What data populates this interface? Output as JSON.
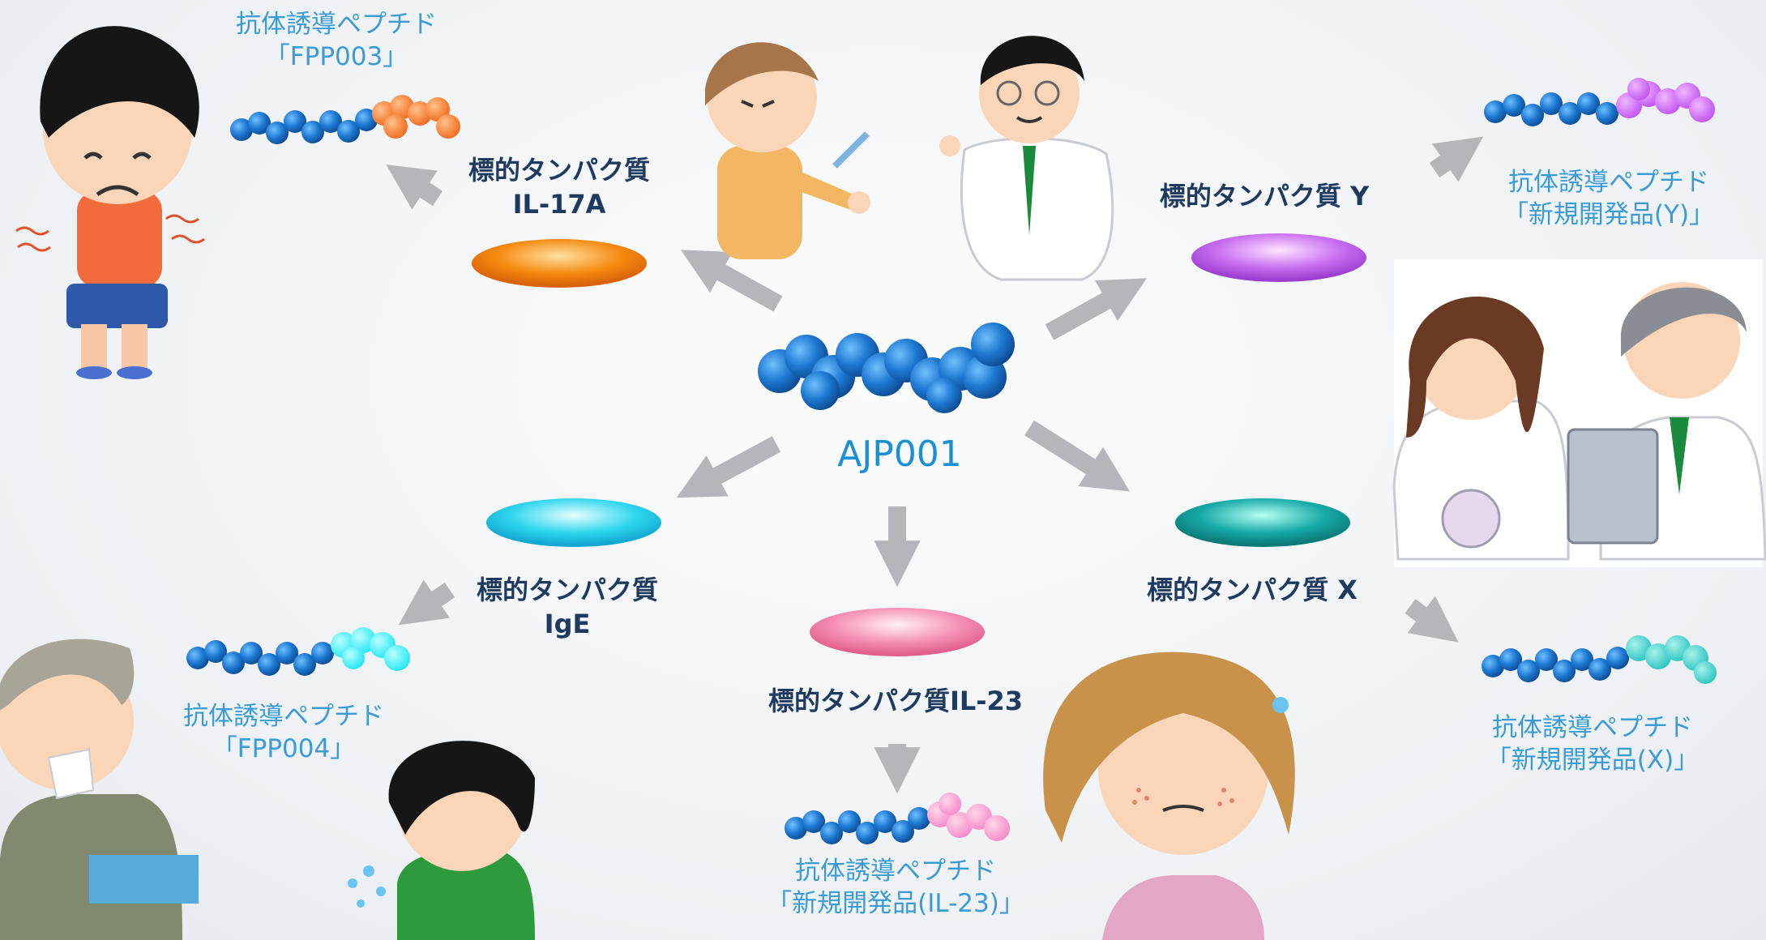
{
  "center": {
    "label": "AJP001"
  },
  "targets": {
    "il17a": {
      "line1": "標的タンパク質",
      "line2": "IL-17A"
    },
    "y": {
      "line1": "標的タンパク質 Y"
    },
    "ige": {
      "line1": "標的タンパク質",
      "line2": "IgE"
    },
    "il23": {
      "line1": "標的タンパク質IL-23"
    },
    "x": {
      "line1": "標的タンパク質 X"
    }
  },
  "peptides": {
    "fpp003": {
      "line1": "抗体誘導ペプチド",
      "line2": "「FPP003」"
    },
    "y": {
      "line1": "抗体誘導ペプチド",
      "line2": "「新規開発品(Y)」"
    },
    "fpp004": {
      "line1": "抗体誘導ペプチド",
      "line2": "「FPP004」"
    },
    "il23": {
      "line1": "抗体誘導ペプチド",
      "line2": "「新規開発品(IL-23)」"
    },
    "x": {
      "line1": "抗体誘導ペプチド",
      "line2": "「新規開発品(X)」"
    }
  },
  "colors": {
    "core_blue": "#1e78d0",
    "il17a": "#f58a10",
    "y": "#c86ef0",
    "ige": "#2fd6ee",
    "il23": "#f590b8",
    "x": "#16a9a6",
    "arrow": "#b3b7bc"
  },
  "illustrations": [
    "child-eczema",
    "boy-injection",
    "doctor",
    "researchers",
    "elderly-man-allergy",
    "boy-sneezing",
    "girl-acne"
  ]
}
